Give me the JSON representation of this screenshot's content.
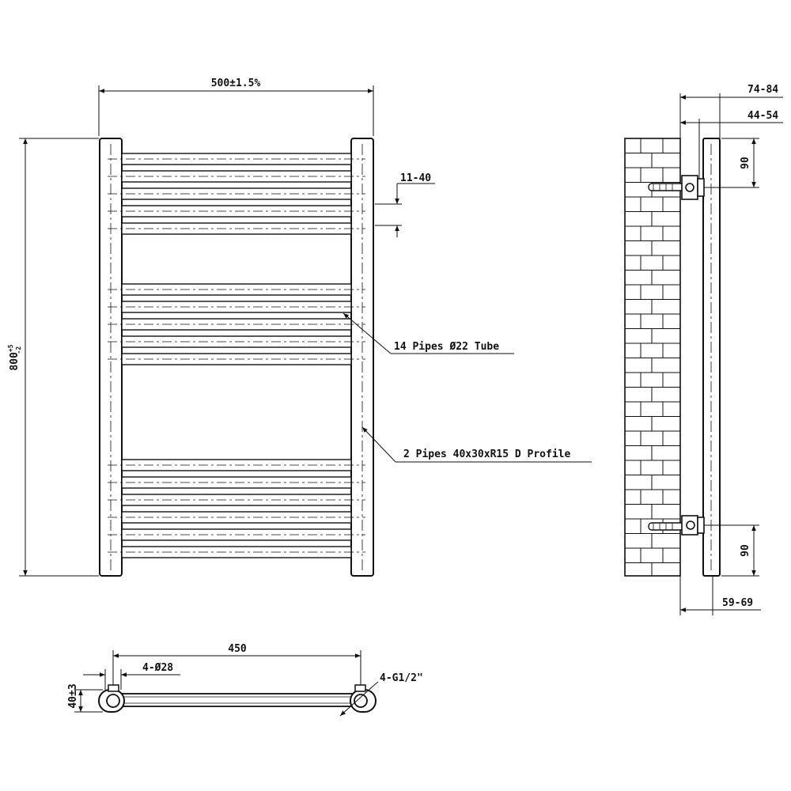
{
  "front_view": {
    "width_dim": "500±1.5%",
    "height_dim_base": "800",
    "height_tol_plus": "+5",
    "height_tol_minus": "-2",
    "pitch_dim": "11-40",
    "tube_callout": "14 Pipes Ø22 Tube",
    "profile_callout": "2 Pipes 40x30xR15 D Profile"
  },
  "side_view": {
    "top_outer_dim": "74-84",
    "top_inner_dim": "44-54",
    "upper_bracket_dim": "90",
    "lower_bracket_dim": "90",
    "bottom_dim": "59-69"
  },
  "bottom_view": {
    "centres_dim": "450",
    "inlet_dia_dim": "4-Ø28",
    "thread_dim": "4-G1/2\"",
    "depth_dim": "40±3"
  },
  "colors": {
    "line": "#111111",
    "background": "#ffffff"
  }
}
